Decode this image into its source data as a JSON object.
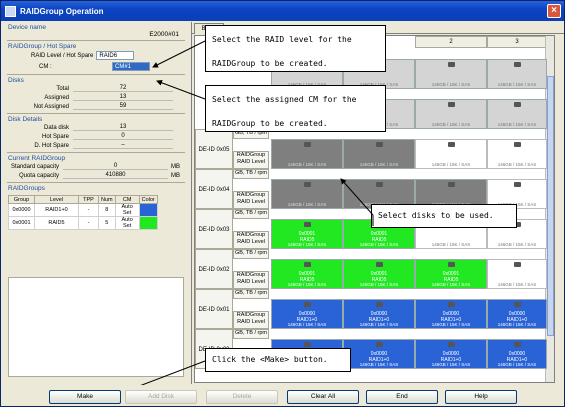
{
  "window": {
    "title": "RAIDGroup Operation",
    "close_label": "×"
  },
  "left": {
    "device_name_title": "Device name",
    "device_name": "E2000#01",
    "raid_hot_title": "RAIDGroup / Hot Spare",
    "raid_level_label": "RAID Level / Hot Spare",
    "raid_level_value": "RAID6",
    "cm_label": "CM :",
    "cm_value": "CM#1",
    "disks_title": "Disks",
    "disks": [
      {
        "label": "Total",
        "value": "72"
      },
      {
        "label": "Assigned",
        "value": "13"
      },
      {
        "label": "Not Assigned",
        "value": "59"
      }
    ],
    "disk_details_title": "Disk Details",
    "disk_details": [
      {
        "label": "Data disk",
        "value": "13"
      },
      {
        "label": "Hot Spare",
        "value": "0"
      },
      {
        "label": "D. Hot Spare",
        "value": "–"
      }
    ],
    "current_title": "Current RAIDGroup",
    "capacity": [
      {
        "label": "Standard capacity",
        "value": "0",
        "unit": "MB"
      },
      {
        "label": "Quota capacity",
        "value": "410880",
        "unit": "MB"
      }
    ],
    "raidgroups_title": "RAIDGroups",
    "raidgroups_headers": [
      "Group",
      "Level",
      "TPP",
      "Num",
      "CM",
      "Color"
    ],
    "raidgroups_rows": [
      {
        "group": "0x0000",
        "level": "RAID1+0",
        "tpp": "-",
        "num": "8",
        "cm": "Auto Set",
        "color": "#2a63d6"
      },
      {
        "group": "0x0001",
        "level": "RAID5",
        "tpp": "-",
        "num": "5",
        "cm": "Auto Set",
        "color": "#22e822"
      }
    ]
  },
  "right": {
    "tab_label": "Basic View",
    "col_headers": [
      "",
      "",
      "2",
      "3"
    ],
    "de_labels": [
      "DE-ID 0x05",
      "DE-ID 0x04",
      "DE-ID 0x03",
      "DE-ID 0x02",
      "DE-ID 0x01",
      "DE-ID 0x00"
    ],
    "row_side_top": "GB, TB / rpm",
    "row_side_group": "RAIDGroup",
    "row_side_level": "RAID Level",
    "disk_text": "146GB / 15K / SAS",
    "green_text": "0x0001",
    "green_level": "RAID5",
    "blue_text": "0x0000",
    "blue_level": "RAID1+0"
  },
  "callouts": {
    "raid_level": [
      "Select the RAID level for the",
      "RAIDGroup to be created."
    ],
    "cm": [
      "Select the assigned CM for the",
      "RAIDGroup to be created."
    ],
    "disks": "Select disks to be used.",
    "make": "Click the <Make> button."
  },
  "buttons": {
    "make": "Make",
    "add_disk": "Add Disk",
    "delete": "Delete",
    "clear_all": "Clear All",
    "end": "End",
    "help": "Help"
  }
}
